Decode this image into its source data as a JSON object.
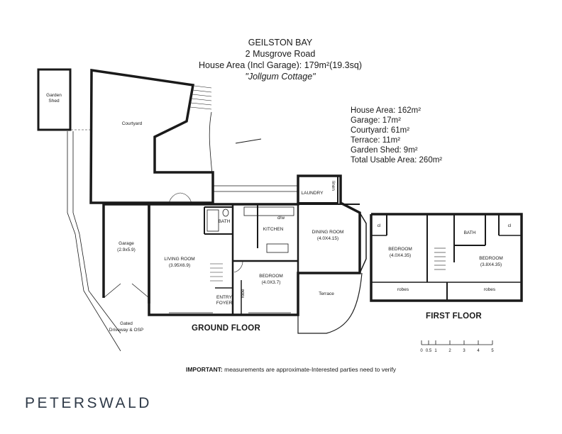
{
  "header": {
    "line1": "GEILSTON BAY",
    "line2": "2 Musgrove Road",
    "line3": "House Area (Incl Garage): 179m²(19.3sq)",
    "line4": "\"Jollgum Cottage\""
  },
  "stats": [
    "House Area: 162m²",
    "Garage: 17m²",
    "Courtyard: 61m²",
    "Terrace: 11m²",
    "Garden Shed: 9m²",
    "Total Usable Area: 260m²"
  ],
  "rooms": {
    "garden_shed_l1": "Garden",
    "garden_shed_l2": "Shed",
    "courtyard": "Courtyard",
    "laundry": "LAUNDRY",
    "linen": "linen",
    "bath": "BATH",
    "dw": "d/w",
    "kitchen": "KITCHEN",
    "dining_l1": "DINING ROOM",
    "dining_l2": "(4.0X4.15)",
    "garage_l1": "Garage",
    "garage_l2": "(2.9x5.9)",
    "living_l1": "LIVING ROOM",
    "living_l2": "(3.95X6.9)",
    "bedroom_l1": "BEDROOM",
    "bedroom_l2": "(4.0X3.7)",
    "robe": "robe",
    "entry_l1": "ENTRY",
    "entry_l2": "FOYER",
    "terrace": "Terrace",
    "gated_l1": "Gated",
    "gated_l2": "Driveway & OSP",
    "ff_wc1": "cl",
    "ff_bed1_l1": "BEDROOM",
    "ff_bed1_l2": "(4.0X4.35)",
    "ff_bath": "BATH",
    "ff_wc2": "cl",
    "ff_bed2_l1": "BEDROOM",
    "ff_bed2_l2": "(3.8X4.35)",
    "ff_robes1": "robes",
    "ff_robes2": "robes"
  },
  "floors": {
    "ground": "GROUND FLOOR",
    "first": "FIRST FLOOR"
  },
  "scale": {
    "labels": [
      "0",
      "0.5",
      "1",
      "2",
      "3",
      "4",
      "5"
    ]
  },
  "note": {
    "bold": "IMPORTANT:",
    "text": " measurements are approximate-Interested parties need to verify"
  },
  "brand": "PETERSWALD"
}
